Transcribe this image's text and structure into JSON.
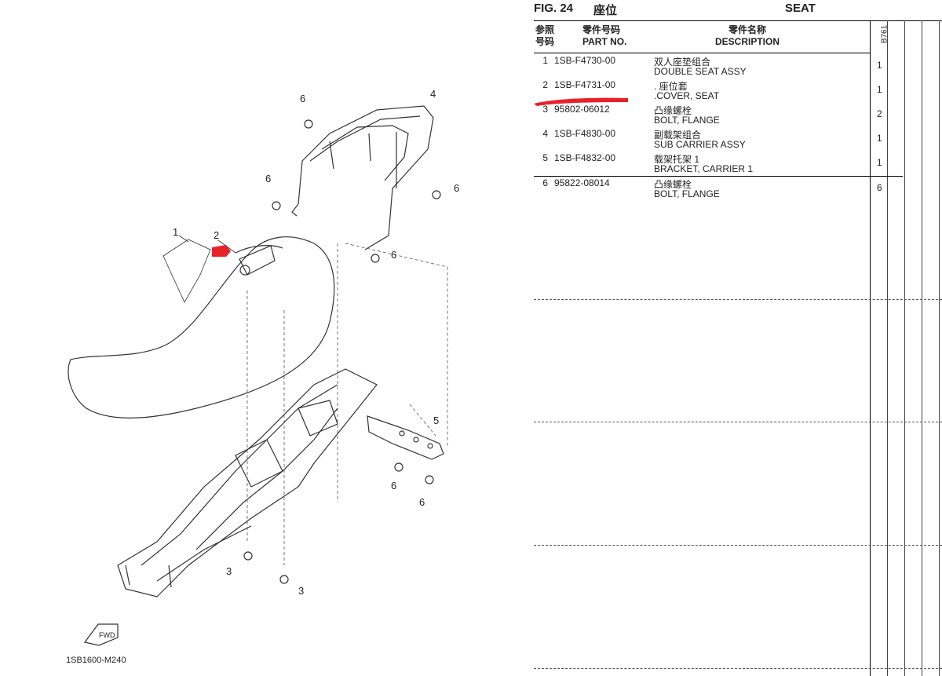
{
  "figure": {
    "number": "FIG.  24",
    "title_cn": "座位",
    "title_en": "SEAT",
    "drawing_code": "1SB1600-M240",
    "fwd_label": "FWD"
  },
  "columns": {
    "ref_cn_1": "参照",
    "ref_cn_2": "号码",
    "part_cn": "零件号码",
    "part_en": "PART NO.",
    "desc_cn": "零件名称",
    "desc_en": "DESCRIPTION",
    "model_code": "B761"
  },
  "parts": [
    {
      "ref": "1",
      "part_no": "1SB-F4730-00",
      "desc_cn": "双人座垫组合",
      "desc_en": "DOUBLE SEAT ASSY",
      "qty": "1"
    },
    {
      "ref": "2",
      "part_no": "1SB-F4731-00",
      "desc_cn": ". 座位套",
      "desc_en": ".COVER, SEAT",
      "qty": "1"
    },
    {
      "ref": "3",
      "part_no": "95802-06012",
      "desc_cn": "凸缘螺栓",
      "desc_en": "BOLT, FLANGE",
      "qty": "2"
    },
    {
      "ref": "4",
      "part_no": "1SB-F4830-00",
      "desc_cn": "副载架组合",
      "desc_en": "SUB CARRIER ASSY",
      "qty": "1"
    },
    {
      "ref": "5",
      "part_no": "1SB-F4832-00",
      "desc_cn": "载架托架 1",
      "desc_en": "BRACKET, CARRIER 1",
      "qty": "1"
    },
    {
      "ref": "6",
      "part_no": "95822-08014",
      "desc_cn": "凸缘螺栓",
      "desc_en": "BOLT, FLANGE",
      "qty": "6"
    }
  ],
  "callouts": [
    "1",
    "2",
    "3",
    "3",
    "4",
    "5",
    "6",
    "6",
    "6",
    "6",
    "6",
    "6"
  ],
  "colors": {
    "highlight": "#e8222a",
    "line": "#222222"
  }
}
